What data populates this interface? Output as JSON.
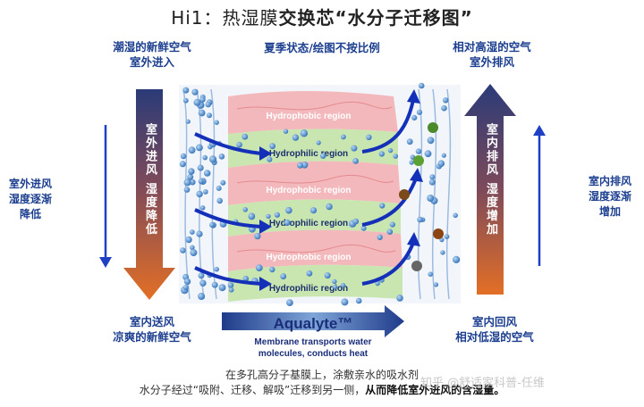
{
  "title": {
    "prefix": "Hi1：热湿膜",
    "bold": "交换芯“水分子迁移图”"
  },
  "top_left": {
    "line1": "潮湿的新鲜空气",
    "line2": "室外进入"
  },
  "top_center": "夏季状态/绘图不按比例",
  "top_right": {
    "line1": "相对高湿的空气",
    "line2": "室外排风"
  },
  "left_side": [
    "室外进风",
    "湿度逐渐",
    "降低"
  ],
  "right_side": [
    "室内排风",
    "湿度逐渐",
    "增加"
  ],
  "left_arrow_text": "室外进风  湿度降低",
  "right_arrow_text": "室内排风  湿度增加",
  "regions": {
    "hydrophobic": "Hydrophobic region",
    "hydrophilic": "Hydrophilic region"
  },
  "bottom_left": {
    "line1": "室内送风",
    "line2": "凉爽的新鲜空气"
  },
  "bottom_right": {
    "line1": "室内回风",
    "line2": "相对低湿的空气"
  },
  "brand": {
    "name": "Aqualyte™",
    "line1": "Membrane transports water",
    "line2": "molecules, conducts heat"
  },
  "caption": {
    "line1": "在多孔高分子基膜上，涂敷亲水的吸水剂",
    "line2_normal": "水分子经过“吸附、迁移、解吸”迁移到另一侧，",
    "line2_bold": "从而降低室外进风的含湿量。"
  },
  "watermark": "知乎 @舒适家科普-任维",
  "colors": {
    "label_blue": "#1d3f8f",
    "arrow_orange": "#e06a25",
    "arrow_navy": "#1f2f6b",
    "membrane_pink": "#f3b8bb",
    "membrane_green": "#c9e6b0"
  }
}
